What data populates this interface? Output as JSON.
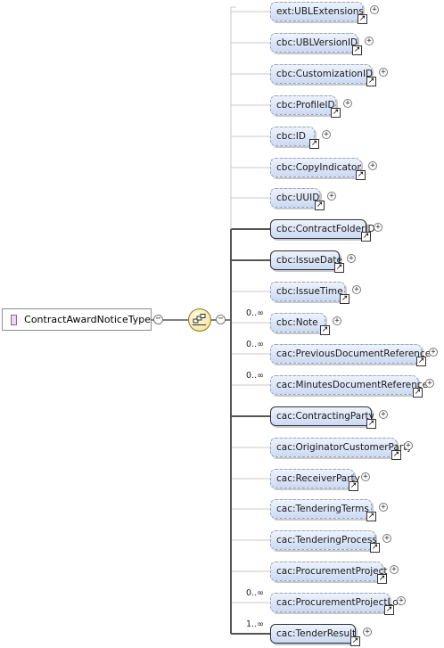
{
  "root": {
    "label": "ContractAwardNoticeType",
    "icon": "complex-type-icon"
  },
  "compositor": {
    "icon": "sequence-compositor-icon",
    "expander": "−"
  },
  "glyphs": {
    "plus": "+",
    "minus": "−",
    "ref": "↗"
  },
  "elements": [
    {
      "label": "ext:UBLExtensions",
      "required": false,
      "cardinality": ""
    },
    {
      "label": "cbc:UBLVersionID",
      "required": false,
      "cardinality": ""
    },
    {
      "label": "cbc:CustomizationID",
      "required": false,
      "cardinality": ""
    },
    {
      "label": "cbc:ProfileID",
      "required": false,
      "cardinality": ""
    },
    {
      "label": "cbc:ID",
      "required": false,
      "cardinality": ""
    },
    {
      "label": "cbc:CopyIndicator",
      "required": false,
      "cardinality": ""
    },
    {
      "label": "cbc:UUID",
      "required": false,
      "cardinality": ""
    },
    {
      "label": "cbc:ContractFolderID",
      "required": true,
      "cardinality": ""
    },
    {
      "label": "cbc:IssueDate",
      "required": true,
      "cardinality": ""
    },
    {
      "label": "cbc:IssueTime",
      "required": false,
      "cardinality": ""
    },
    {
      "label": "cbc:Note",
      "required": false,
      "cardinality": "0..∞"
    },
    {
      "label": "cac:PreviousDocumentReference",
      "required": false,
      "cardinality": "0..∞"
    },
    {
      "label": "cac:MinutesDocumentReference",
      "required": false,
      "cardinality": "0..∞"
    },
    {
      "label": "cac:ContractingParty",
      "required": true,
      "cardinality": ""
    },
    {
      "label": "cac:OriginatorCustomerParty",
      "required": false,
      "cardinality": ""
    },
    {
      "label": "cac:ReceiverParty",
      "required": false,
      "cardinality": ""
    },
    {
      "label": "cac:TenderingTerms",
      "required": false,
      "cardinality": ""
    },
    {
      "label": "cac:TenderingProcess",
      "required": false,
      "cardinality": ""
    },
    {
      "label": "cac:ProcurementProject",
      "required": false,
      "cardinality": ""
    },
    {
      "label": "cac:ProcurementProjectLot",
      "required": false,
      "cardinality": "0..∞"
    },
    {
      "label": "cac:TenderResult",
      "required": true,
      "cardinality": "1..∞"
    }
  ],
  "colors": {
    "required_line": "#555555",
    "optional_line": "#c8c8c8",
    "node_fill": "#dbe6f8"
  }
}
